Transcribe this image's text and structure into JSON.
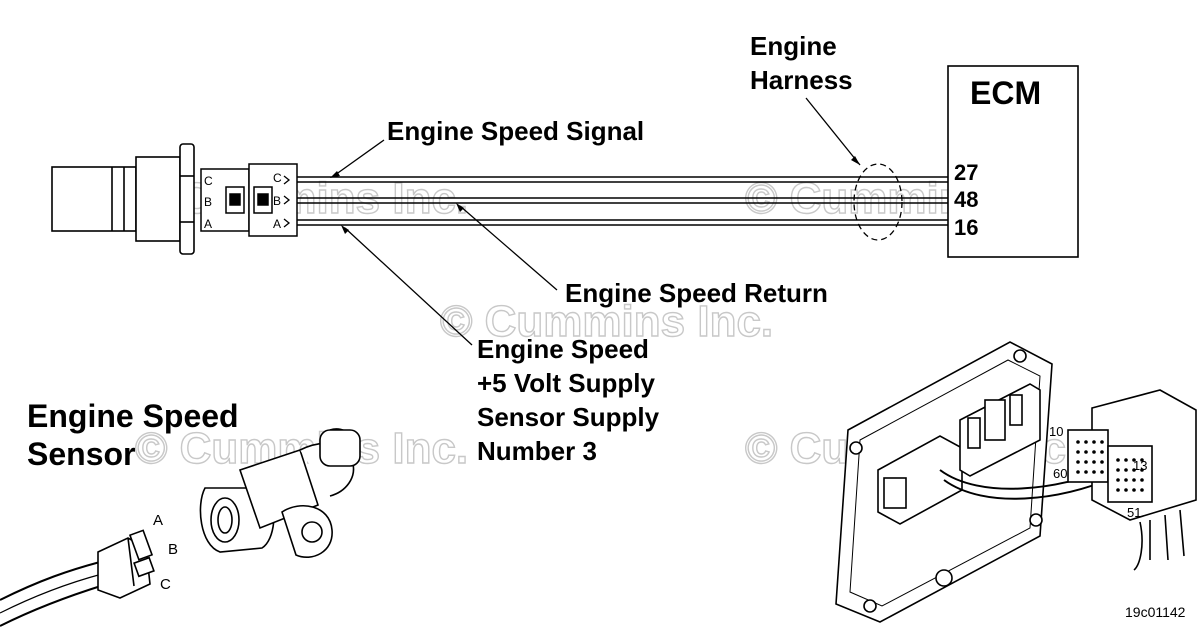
{
  "watermark": "© Cummins Inc.",
  "ecm": {
    "title": "ECM",
    "pins": [
      "27",
      "48",
      "16"
    ]
  },
  "connector_pins": {
    "sensor_side": [
      "C",
      "B",
      "A"
    ],
    "harness_side": [
      "C",
      "B",
      "A"
    ]
  },
  "labels": {
    "engine_harness": [
      "Engine",
      "Harness"
    ],
    "engine_speed_signal": "Engine Speed Signal",
    "engine_speed_return": "Engine Speed Return",
    "supply": [
      "Engine Speed",
      "+5 Volt Supply",
      "Sensor Supply",
      "Number 3"
    ],
    "sensor_name": [
      "Engine Speed",
      "Sensor"
    ]
  },
  "sensor_detail_pins": [
    "A",
    "B",
    "C"
  ],
  "ecm_detail_pins": [
    "10",
    "60",
    "13",
    "51"
  ],
  "figure_id": "19c01142"
}
